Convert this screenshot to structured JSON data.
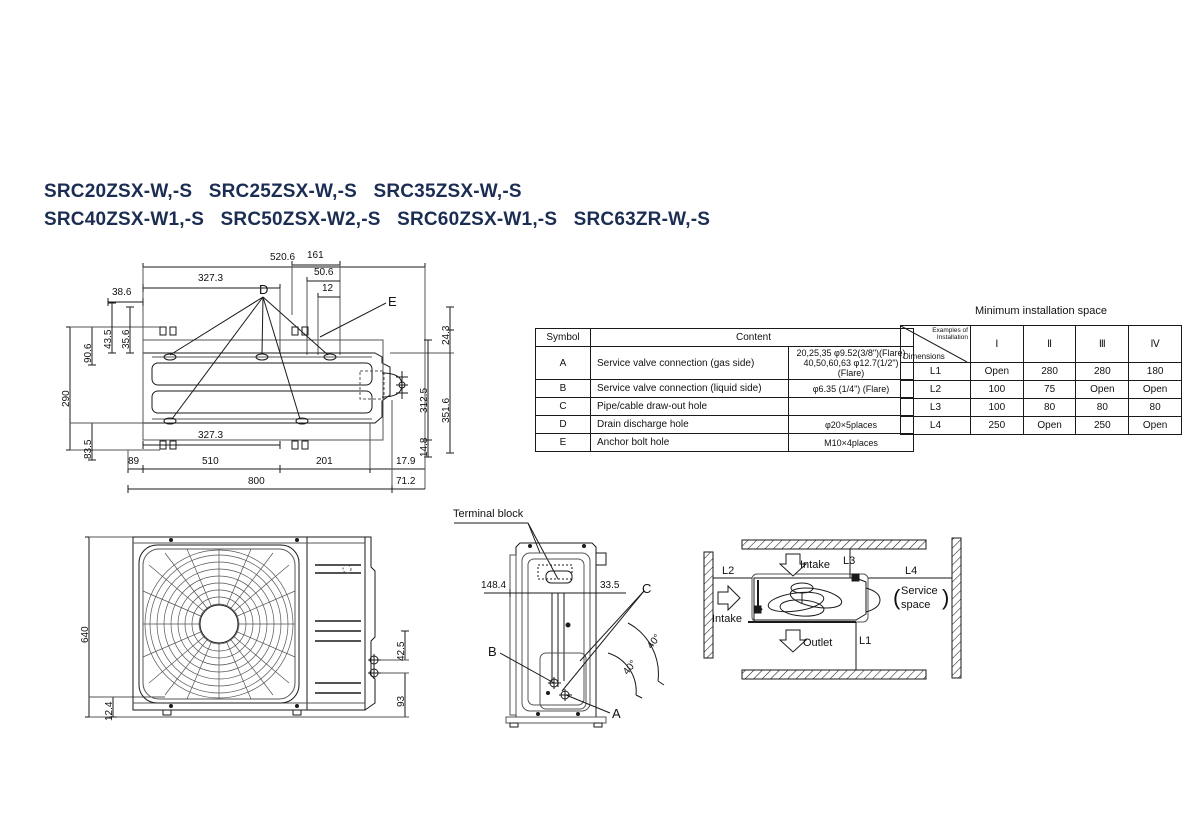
{
  "title": {
    "line1": "SRC20ZSX-W,-S   SRC25ZSX-W,-S   SRC35ZSX-W,-S",
    "line2": "SRC40ZSX-W1,-S   SRC50ZSX-W2,-S   SRC60ZSX-W1,-S   SRC63ZR-W,-S"
  },
  "top_view": {
    "dimensions": {
      "d_520_6": "520.6",
      "d_327_3_top": "327.3",
      "d_38_6": "38.6",
      "d_43_5": "43.5",
      "d_35_6": "35.6",
      "d_90_6": "90.6",
      "d_290": "290",
      "d_161": "161",
      "d_50_6": "50.6",
      "d_12": "12",
      "d_24_3": "24.3",
      "d_312_5": "312.5",
      "d_351_6": "351.6",
      "d_14_8": "14.8",
      "d_83_5": "83.5",
      "d_327_3_bottom": "327.3",
      "d_89": "89",
      "d_510": "510",
      "d_201": "201",
      "d_17_9": "17.9",
      "d_800": "800",
      "d_71_2": "71.2"
    },
    "callouts": {
      "d_label": "D",
      "e_label": "E"
    }
  },
  "front_view": {
    "dimensions": {
      "d_640": "640",
      "d_12_4": "12.4",
      "d_42_5": "42.5",
      "d_93": "93"
    }
  },
  "side_view": {
    "terminal_block_label": "Terminal block",
    "dimensions": {
      "d_148_4": "148.4",
      "d_33_5": "33.5",
      "angle_outer": "40°",
      "angle_inner": "40°"
    },
    "callouts": {
      "a_label": "A",
      "b_label": "B",
      "c_label": "C"
    }
  },
  "install_diagram": {
    "labels": {
      "l1": "L1",
      "l2": "L2",
      "l3": "L3",
      "l4": "L4",
      "intake_top": "Intake",
      "intake_left": "Intake",
      "outlet": "Outlet",
      "service_space_line1": "Service",
      "service_space_line2": "space",
      "paren_left": "(",
      "paren_right": ")"
    }
  },
  "symbol_table": {
    "headers": {
      "symbol": "Symbol",
      "content": "Content"
    },
    "rows": [
      {
        "symbol": "A",
        "content": "Service valve connection (gas side)",
        "value_line1": "20,25,35 φ9.52(3/8\")(Flare)",
        "value_line2": "40,50,60,63 φ12.7(1/2\")(Flare)"
      },
      {
        "symbol": "B",
        "content": "Service valve connection (liquid side)",
        "value_line1": "φ6.35 (1/4\")  (Flare)",
        "value_line2": ""
      },
      {
        "symbol": "C",
        "content": "Pipe/cable draw-out hole",
        "value_line1": "",
        "value_line2": ""
      },
      {
        "symbol": "D",
        "content": "Drain discharge hole",
        "value_line1": "φ20×5places",
        "value_line2": ""
      },
      {
        "symbol": "E",
        "content": "Anchor bolt hole",
        "value_line1": "M10×4places",
        "value_line2": ""
      }
    ]
  },
  "space_table": {
    "title": "Minimum installation space",
    "corner_top_right_line1": "Examples of",
    "corner_top_right_line2": "Installation",
    "corner_bottom_left": "Dimensions",
    "columns": [
      "Ⅰ",
      "Ⅱ",
      "Ⅲ",
      "Ⅳ"
    ],
    "rows": [
      {
        "label": "L1",
        "values": [
          "Open",
          "280",
          "280",
          "180"
        ]
      },
      {
        "label": "L2",
        "values": [
          "100",
          "75",
          "Open",
          "Open"
        ]
      },
      {
        "label": "L3",
        "values": [
          "100",
          "80",
          "80",
          "80"
        ]
      },
      {
        "label": "L4",
        "values": [
          "250",
          "Open",
          "250",
          "Open"
        ]
      }
    ]
  },
  "colors": {
    "title_navy": "#1b2d52",
    "line": "#1a1a1a",
    "background": "#ffffff"
  }
}
